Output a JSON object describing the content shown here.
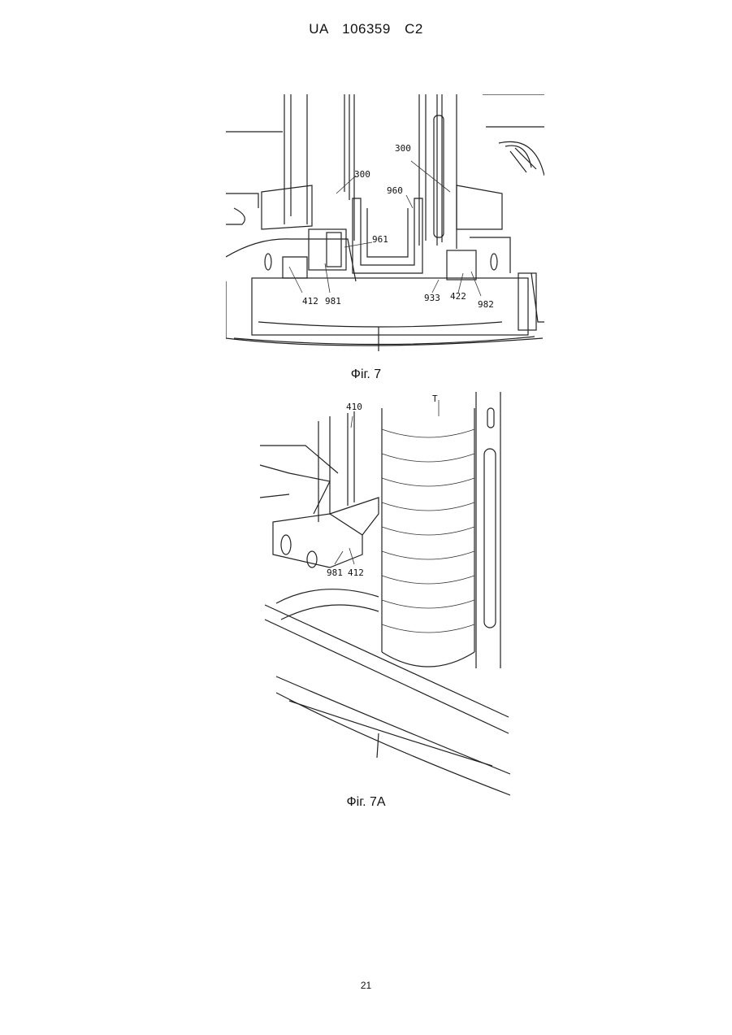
{
  "header": {
    "code": "UA",
    "number": "106359",
    "kind": "C2"
  },
  "figure7": {
    "caption": "Фіг. 7",
    "labels": [
      "300",
      "300",
      "960",
      "961",
      "412",
      "981",
      "933",
      "422",
      "982"
    ]
  },
  "figure7a": {
    "caption": "Фіг. 7А",
    "labels": [
      "410",
      "T",
      "981",
      "412"
    ]
  },
  "page_number": "21"
}
